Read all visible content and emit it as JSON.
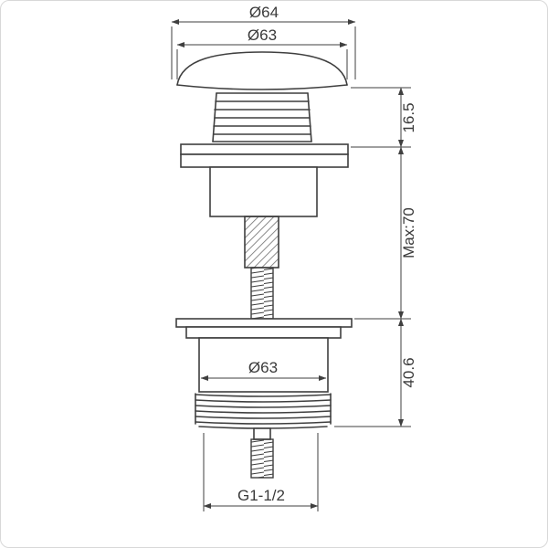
{
  "drawing": {
    "title": "pop-up-waste-valve-technical-drawing",
    "line_color": "#3f3f3f",
    "background": "#ffffff",
    "dimensions": {
      "top_outer_diameter": "Ø64",
      "cap_diameter": "Ø63",
      "cap_height": "16.5",
      "max_height": "Max:70",
      "lower_body_height": "40.6",
      "lower_body_diameter": "Ø63",
      "thread_size": "G1-1/2"
    }
  }
}
